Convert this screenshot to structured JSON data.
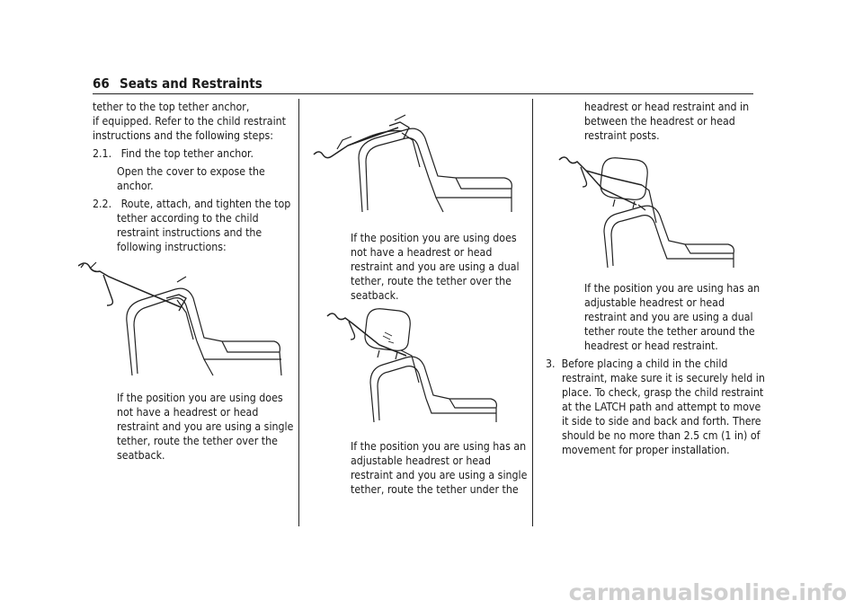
{
  "header": {
    "page_number": "66",
    "section_title": "Seats and Restraints"
  },
  "col1": {
    "intro_line1": "tether to the top tether anchor,",
    "intro_line2": "if equipped. Refer to the child restraint",
    "intro_line3": "instructions and the following steps:",
    "step_2_1_line1": "2.1.   Find the top tether anchor.",
    "step_2_1_sub1": "Open the cover to expose the",
    "step_2_1_sub2": "anchor.",
    "step_2_2_line1": "2.2.   Route, attach, and tighten the top",
    "step_2_2_line2": "tether according to the child",
    "step_2_2_line3": "restraint instructions and the",
    "step_2_2_line4": "following instructions:",
    "para1_line1": "If the position you are using does",
    "para1_line2": "not have a headrest or head",
    "para1_line3": "restraint and you are using a single",
    "para1_line4": "tether, route the tether over the",
    "para1_line5": "seatback."
  },
  "col2": {
    "para2_line1": "If the position you are using does",
    "para2_line2": "not have a headrest or head",
    "para2_line3": "restraint and you are using a dual",
    "para2_line4": "tether, route the tether over the",
    "para2_line5": "seatback.",
    "para3_line1": "If the position you are using has an",
    "para3_line2": "adjustable headrest or head",
    "para3_line3": "restraint and you are using a single",
    "para3_line4": "tether, route the tether under the"
  },
  "col3": {
    "cont_line1": "headrest or head restraint and in",
    "cont_line2": "between the headrest or head",
    "cont_line3": "restraint posts.",
    "para4_line1": "If the position you are using has an",
    "para4_line2": "adjustable headrest or head",
    "para4_line3": "restraint and you are using a dual",
    "para4_line4": "tether route the tether around the",
    "para4_line5": "headrest or head restraint.",
    "step3_line1": "3.  Before placing a child in the child",
    "step3_line2": "restraint, make sure it is securely held in",
    "step3_line3": "place. To check, grasp the child restraint",
    "step3_line4": "at the LATCH path and attempt to move",
    "step3_line5": "it side to side and back and forth. There",
    "step3_line6": "should be no more than 2.5 cm (1 in) of",
    "step3_line7": "movement for proper installation."
  },
  "watermark": "carmanualsonline.info"
}
